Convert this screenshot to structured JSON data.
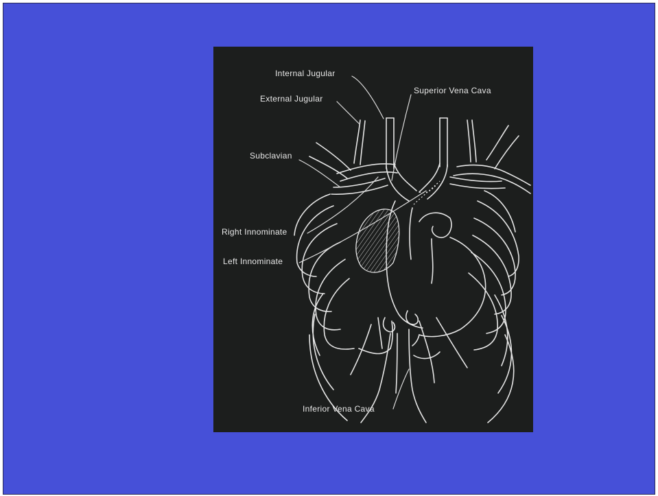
{
  "diagram": {
    "labels": {
      "internal_jugular": "Internal Jugular",
      "external_jugular": "External Jugular",
      "superior_vena_cava": "Superior Vena Cava",
      "subclavian": "Subclavian",
      "right_innominate": "Right Innominate",
      "left_innominate": "Left Innominate",
      "inferior_vena_cava": "Inferior Vena Cava"
    },
    "colors": {
      "slide_background": "#4650d8",
      "figure_background": "#1c1e1d",
      "line_color": "#e6e6e6"
    }
  }
}
